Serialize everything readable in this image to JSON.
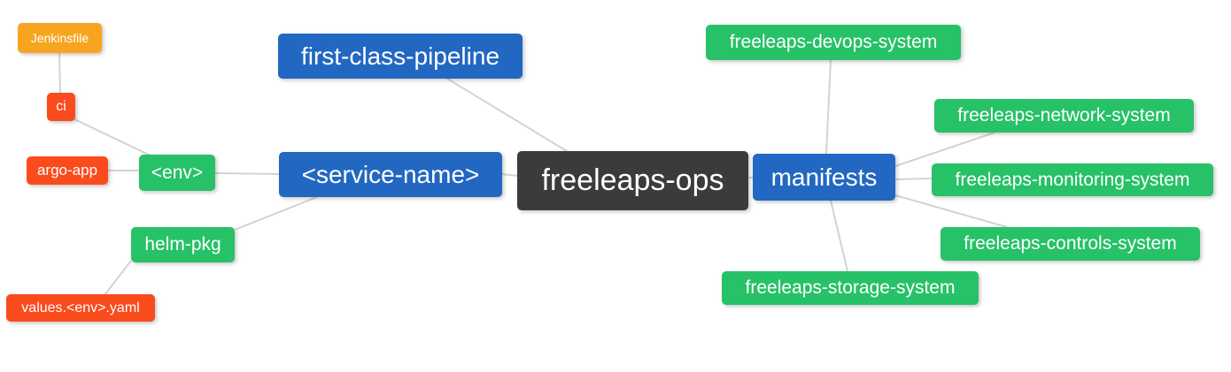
{
  "palette": {
    "root_bg": "#3b3b3b",
    "primary_bg": "#2268c2",
    "green_bg": "#27c168",
    "orange_bg": "#f7a521",
    "red_bg": "#fa4b1d",
    "edge": "#d3d3d3",
    "text": "#ffffff",
    "canvas_bg": "#ffffff"
  },
  "nodes": {
    "root": {
      "label": "freeleaps-ops"
    },
    "first_class_pipeline": {
      "label": "first-class-pipeline"
    },
    "service_name": {
      "label": "<service-name>"
    },
    "manifests": {
      "label": "manifests"
    },
    "env": {
      "label": "<env>"
    },
    "helm_pkg": {
      "label": "helm-pkg"
    },
    "ci": {
      "label": "ci"
    },
    "jenkinsfile": {
      "label": "Jenkinsfile"
    },
    "argo_app": {
      "label": "argo-app"
    },
    "values_env_yaml": {
      "label": "values.<env>.yaml"
    },
    "devops_system": {
      "label": "freeleaps-devops-system"
    },
    "network_system": {
      "label": "freeleaps-network-system"
    },
    "monitoring_system": {
      "label": "freeleaps-monitoring-system"
    },
    "controls_system": {
      "label": "freeleaps-controls-system"
    },
    "storage_system": {
      "label": "freeleaps-storage-system"
    }
  }
}
